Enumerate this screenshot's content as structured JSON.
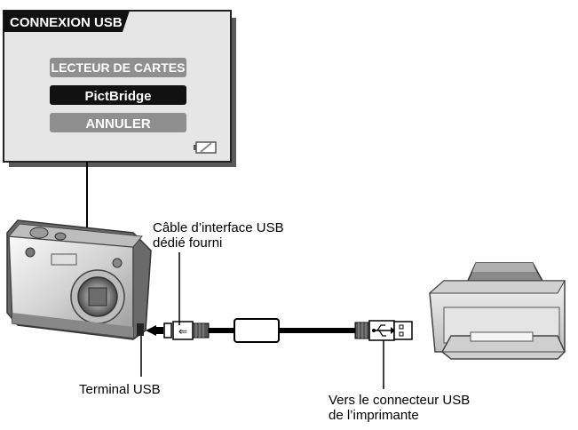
{
  "screen": {
    "title": "CONNEXION USB",
    "menu_items": [
      {
        "label": "LECTEUR DE CARTES",
        "state": "normal"
      },
      {
        "label": "PictBridge",
        "state": "selected"
      },
      {
        "label": "ANNULER",
        "state": "normal"
      }
    ]
  },
  "callouts": {
    "cable_line1": "Câble d’interface USB",
    "cable_line2": "dédié fourni",
    "terminal": "Terminal USB",
    "connector_line1": "Vers le connecteur USB",
    "connector_line2": "de l’imprimante"
  },
  "icons": [
    "battery-icon",
    "usb-trident-icon",
    "camera-icon",
    "printer-icon"
  ]
}
